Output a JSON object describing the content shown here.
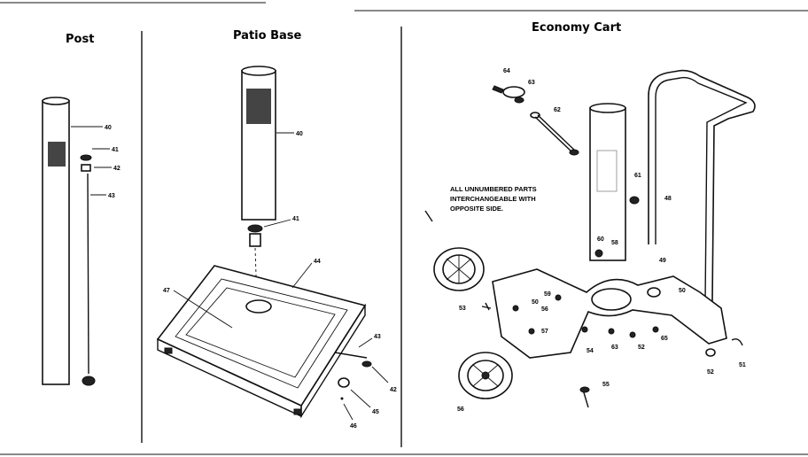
{
  "panels": {
    "post": "Post",
    "patio_base": "Patio Base",
    "economy_cart": "Economy Cart"
  },
  "note": {
    "line1": "ALL UNNUMBERED PARTS",
    "line2": "INTERCHANGEABLE WITH",
    "line3": "OPPOSITE SIDE."
  },
  "post_labels": [
    "40",
    "41",
    "42",
    "43"
  ],
  "base_labels": [
    "40",
    "41",
    "44",
    "47",
    "43",
    "42",
    "45",
    "46"
  ],
  "cart_labels": [
    "64",
    "63",
    "62",
    "61",
    "48",
    "60",
    "58",
    "49",
    "50",
    "59",
    "53",
    "50",
    "56",
    "57",
    "54",
    "63",
    "52",
    "65",
    "51",
    "52",
    "55",
    "56"
  ]
}
